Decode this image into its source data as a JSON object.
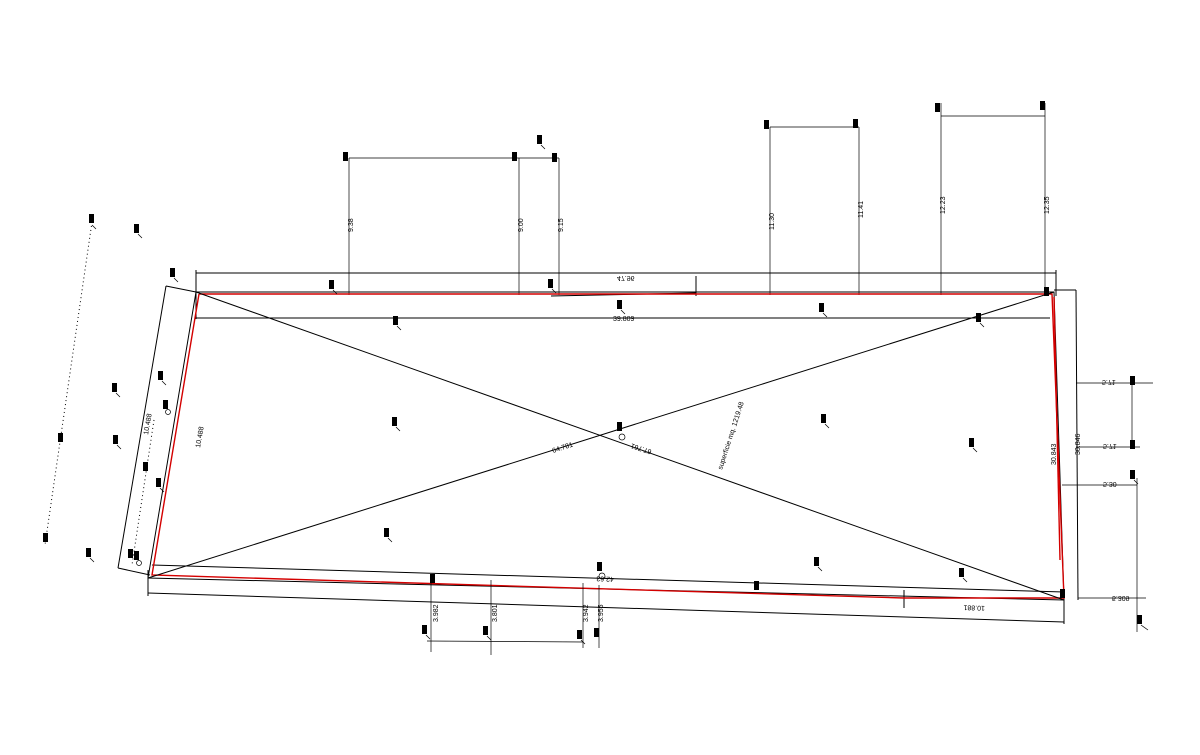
{
  "drawing": {
    "stroke_color": "#000000",
    "boundary_color": "#d40000",
    "background": "#ffffff",
    "top_offsets": [
      "9.38",
      "9.00",
      "9.15",
      "11.30",
      "11.41",
      "12.23",
      "12.35"
    ],
    "overall_length_top": "47.96",
    "inner_length_top": "39.809",
    "left_sides": [
      "10.488",
      "10.488"
    ],
    "diagonals": [
      "64.781",
      "67.761"
    ],
    "area_label": "superficie mq. 1219.48",
    "right_side": "30.843",
    "right_side_2": "30.846",
    "right_offsets": [
      "5.71",
      "5.71",
      "5.30",
      "5.309"
    ],
    "bottom_offsets": [
      "3.982",
      "3.801",
      "3.942",
      "3.955"
    ],
    "bottom_length": "10.881",
    "bottom_near_center": "42.63"
  }
}
